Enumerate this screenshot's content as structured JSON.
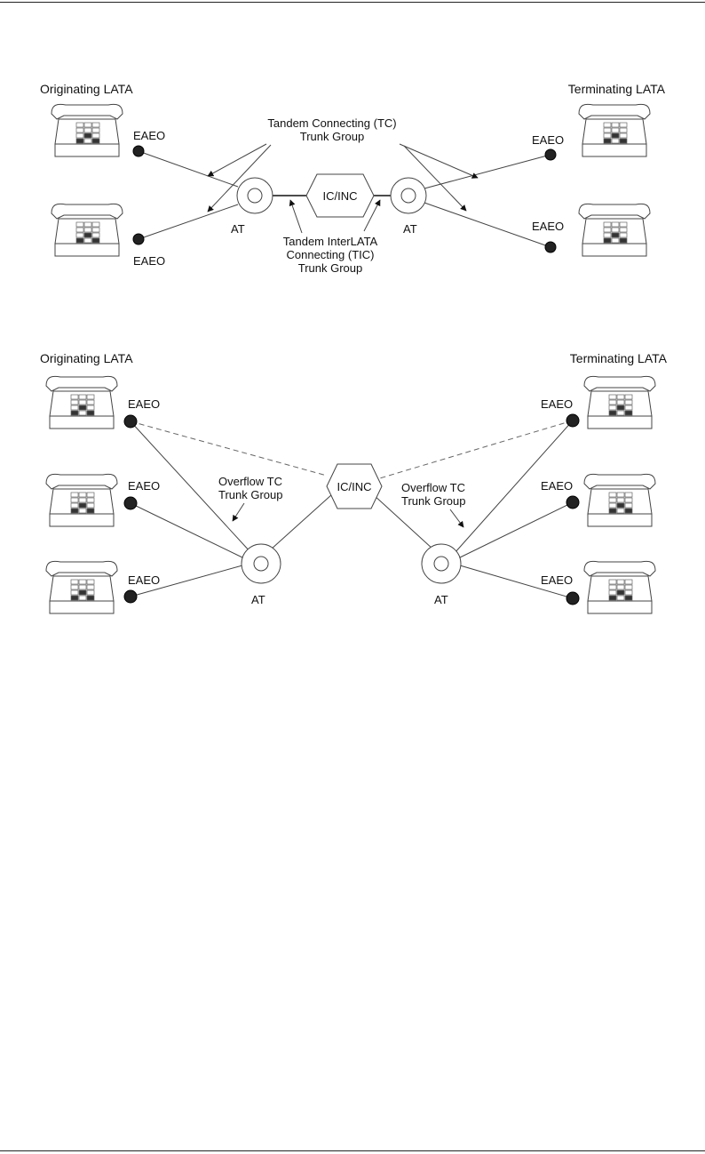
{
  "diagram1": {
    "originating_label": "Originating LATA",
    "terminating_label": "Terminating LATA",
    "eaeo_label": "EAEO",
    "at_label": "AT",
    "hub_label": "IC/INC",
    "tc_label_line1": "Tandem Connecting (TC)",
    "tc_label_line2": "Trunk Group",
    "tic_label_line1": "Tandem InterLATA",
    "tic_label_line2": "Connecting (TIC)",
    "tic_label_line3": "Trunk Group"
  },
  "diagram2": {
    "originating_label": "Originating LATA",
    "terminating_label": "Terminating LATA",
    "eaeo_label": "EAEO",
    "at_label": "AT",
    "hub_label": "IC/INC",
    "overflow_line1": "Overflow TC",
    "overflow_line2": "Trunk Group"
  },
  "icons": {
    "phone": "telephone-icon"
  }
}
